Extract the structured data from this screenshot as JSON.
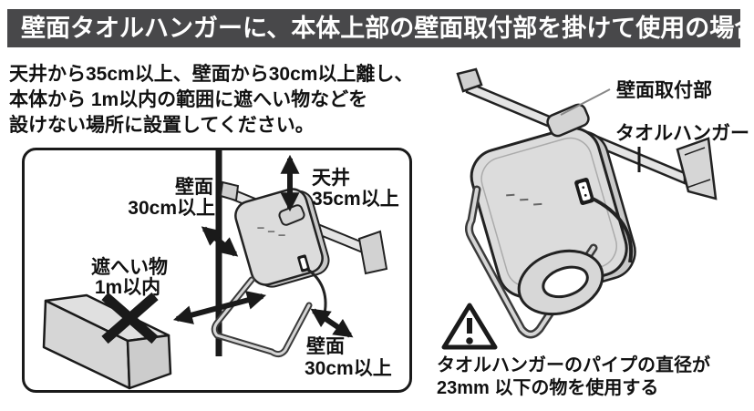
{
  "header": {
    "title": "壁面タオルハンガーに、本体上部の壁面取付部を掛けて使用の場合"
  },
  "intro": {
    "lines": [
      "天井から35cm以上、壁面から30cm以上離し、",
      "本体から 1m以内の範囲に遮へい物などを",
      "設けない場所に設置してください。"
    ]
  },
  "left_figure": {
    "labels": {
      "ceiling_line1": "天井",
      "ceiling_line2": "35cm以上",
      "wall_top_line1": "壁面",
      "wall_top_line2": "30cm以上",
      "obstacle_line1": "遮へい物",
      "obstacle_line2": "1m以内",
      "wall_bottom_line1": "壁面",
      "wall_bottom_line2": "30cm以上"
    }
  },
  "right_figure": {
    "labels": {
      "wall_mount": "壁面取付部",
      "towel_hanger": "タオルハンガー"
    }
  },
  "warning": {
    "line1": "タオルハンガーのパイプの直径が",
    "line2": "23mm 以下の物を使用する"
  },
  "colors": {
    "header_bg": "#48484a",
    "header_fg": "#ffffff",
    "line": "#1a1a1a",
    "device_fill": "#dcdcdc"
  }
}
